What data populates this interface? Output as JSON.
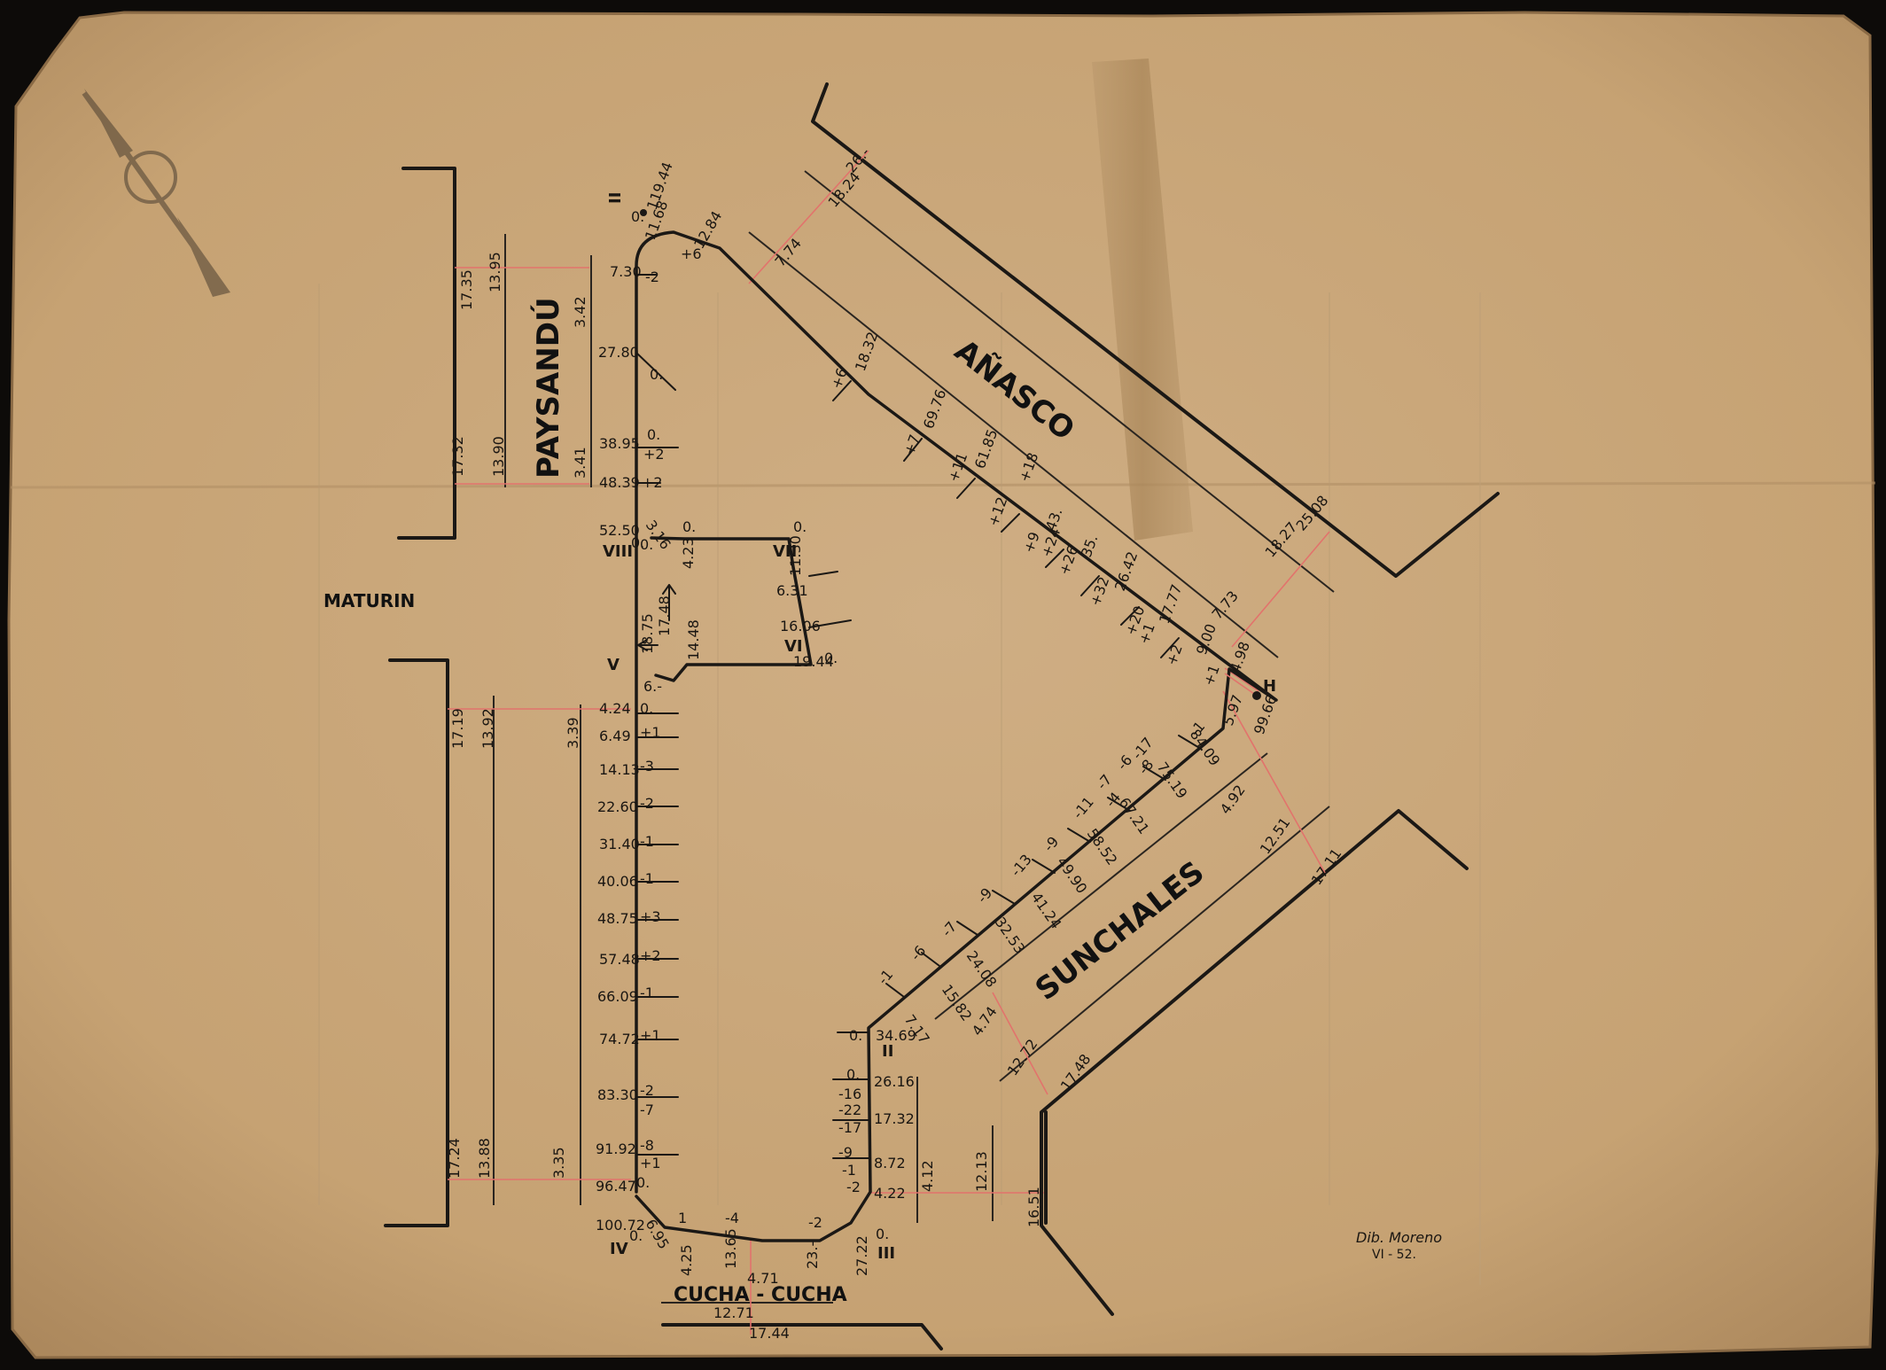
{
  "streets": {
    "paysandu": "PAYSANDÚ",
    "anasco": "AÑASCO",
    "maturin": "MATURIN",
    "sunchales": "SUNCHALES",
    "cucha": "CUCHA - CUCHA"
  },
  "markers": {
    "ii": "II",
    "iii": "III",
    "iv": "IV",
    "v": "V",
    "vi": "VI",
    "vii": "VII",
    "viii": "VIII",
    "h": "H"
  },
  "paysandu_dims": {
    "top": [
      "17.35",
      "13.95",
      "3.42"
    ],
    "bottom": [
      "17.32",
      "13.90",
      "3.41"
    ]
  },
  "west_dims": {
    "top": [
      "17.19",
      "13.92",
      "3.39"
    ],
    "bottom": [
      "17.24",
      "13.88",
      "3.35"
    ]
  },
  "anasco_dims": [
    "26.-",
    "18.24",
    "7.74",
    "25.08",
    "18.27",
    "7.73"
  ],
  "sunchales_dims": [
    "4.74",
    "12.72",
    "17.48",
    "4.92",
    "12.51",
    "17.11"
  ],
  "cucha_dims": [
    "4.71",
    "12.71",
    "17.44"
  ],
  "east_dims": [
    "4.12",
    "12.13",
    "16.51"
  ],
  "top_arc": {
    "station": "119.44",
    "left": "11.68",
    "right": "12.84",
    "left_offset": "0.",
    "right_offset": "+6"
  },
  "north_section": [
    {
      "st": "7.30",
      "off": "-2"
    },
    {
      "st": "27.80",
      "off": "0."
    },
    {
      "st": "38.95",
      "off": "0."
    },
    {
      "st": "",
      "off": "+2"
    },
    {
      "st": "48.39",
      "off": "+2"
    },
    {
      "st": "52.50",
      "off": "0."
    }
  ],
  "north_section_extra": "3.16",
  "west_section": [
    {
      "st": "4.24",
      "off": "0."
    },
    {
      "st": "6.49",
      "off": "+1"
    },
    {
      "st": "14.13",
      "off": "-3"
    },
    {
      "st": "22.60",
      "off": "-2"
    },
    {
      "st": "31.40",
      "off": "-1"
    },
    {
      "st": "40.06",
      "off": "-1"
    },
    {
      "st": "48.75",
      "off": "+3"
    },
    {
      "st": "57.48",
      "off": "+2"
    },
    {
      "st": "66.09",
      "off": "-1"
    },
    {
      "st": "74.72",
      "off": "+1"
    },
    {
      "st": "83.30",
      "off": "-2"
    },
    {
      "st": "",
      "off": "-7"
    },
    {
      "st": "91.92",
      "off": "-8"
    },
    {
      "st": "",
      "off": "+1"
    },
    {
      "st": "96.47",
      "off": "0."
    }
  ],
  "island": {
    "top_left": "0.",
    "top_right": "4.23",
    "seg_top": "0.",
    "vii_st": "11.30",
    "p631": "6.31",
    "p1606": "16.06",
    "vi_st": "19.44",
    "p1448": "14.48",
    "p1748": "17.48",
    "p1875": "18.75",
    "v_off": "6.-",
    "ob": "0.",
    "oc": "0."
  },
  "cucha_section": [
    {
      "st": "100.72",
      "off": "0."
    },
    {
      "st": "4.25",
      "off": "1"
    },
    {
      "st": "6.95",
      "off": ""
    },
    {
      "st": "13.65",
      "off": "-4"
    },
    {
      "st": "23.-",
      "off": "-2"
    },
    {
      "st": "27.22",
      "off": "0."
    }
  ],
  "east_section": [
    {
      "st": "4.22",
      "off": "-2"
    },
    {
      "st": "8.72",
      "off": "-9"
    },
    {
      "st": "",
      "off": "-1"
    },
    {
      "st": "17.32",
      "off": "-22"
    },
    {
      "st": "",
      "off": "-17"
    },
    {
      "st": "26.16",
      "off": "0."
    },
    {
      "st": "",
      "off": "-16"
    },
    {
      "st": "34.69",
      "off": "0."
    }
  ],
  "sunchales_section": [
    {
      "st": "7.17",
      "off": "-1"
    },
    {
      "st": "15.82",
      "off": "-6"
    },
    {
      "st": "24.08",
      "off": "-7"
    },
    {
      "st": "32.53",
      "off": "-9"
    },
    {
      "st": "41.24",
      "off": "-13"
    },
    {
      "st": "49.90",
      "off": "-9"
    },
    {
      "st": "58.52",
      "off": "-11"
    },
    {
      "st": "67.21",
      "off": "-7"
    },
    {
      "st": "75.19",
      "off": "-17"
    },
    {
      "st": "84.09",
      "off": "-8"
    },
    {
      "st": "",
      "off": "-6"
    },
    {
      "st": "",
      "off": "-4"
    },
    {
      "st": "",
      "off": "-1"
    }
  ],
  "anasco_section": [
    {
      "st": "18.32",
      "off": "+6"
    },
    {
      "st": "69.76",
      "off": "+7"
    },
    {
      "st": "61.85",
      "off": "+11"
    },
    {
      "st": "",
      "off": "+18"
    },
    {
      "st": "",
      "off": "+12"
    },
    {
      "st": "43.",
      "off": "+9"
    },
    {
      "st": "35.",
      "off": "+24"
    },
    {
      "st": "26.42",
      "off": "+26"
    },
    {
      "st": "17.77",
      "off": "+32"
    },
    {
      "st": "9.00",
      "off": "+20"
    },
    {
      "st": "",
      "off": "+1"
    },
    {
      "st": "",
      "off": "+2"
    },
    {
      "st": "",
      "off": "+1"
    }
  ],
  "h_point": {
    "st": "99.66",
    "a": "5.97",
    "b": "4.98"
  },
  "signature": {
    "name": "Dib. Moreno",
    "date": "VI - 52."
  },
  "colors": {
    "paper": "#c8a579",
    "paper_edge": "#9c7a52",
    "ink": "#1b1815",
    "red_line": "#e2736c"
  }
}
